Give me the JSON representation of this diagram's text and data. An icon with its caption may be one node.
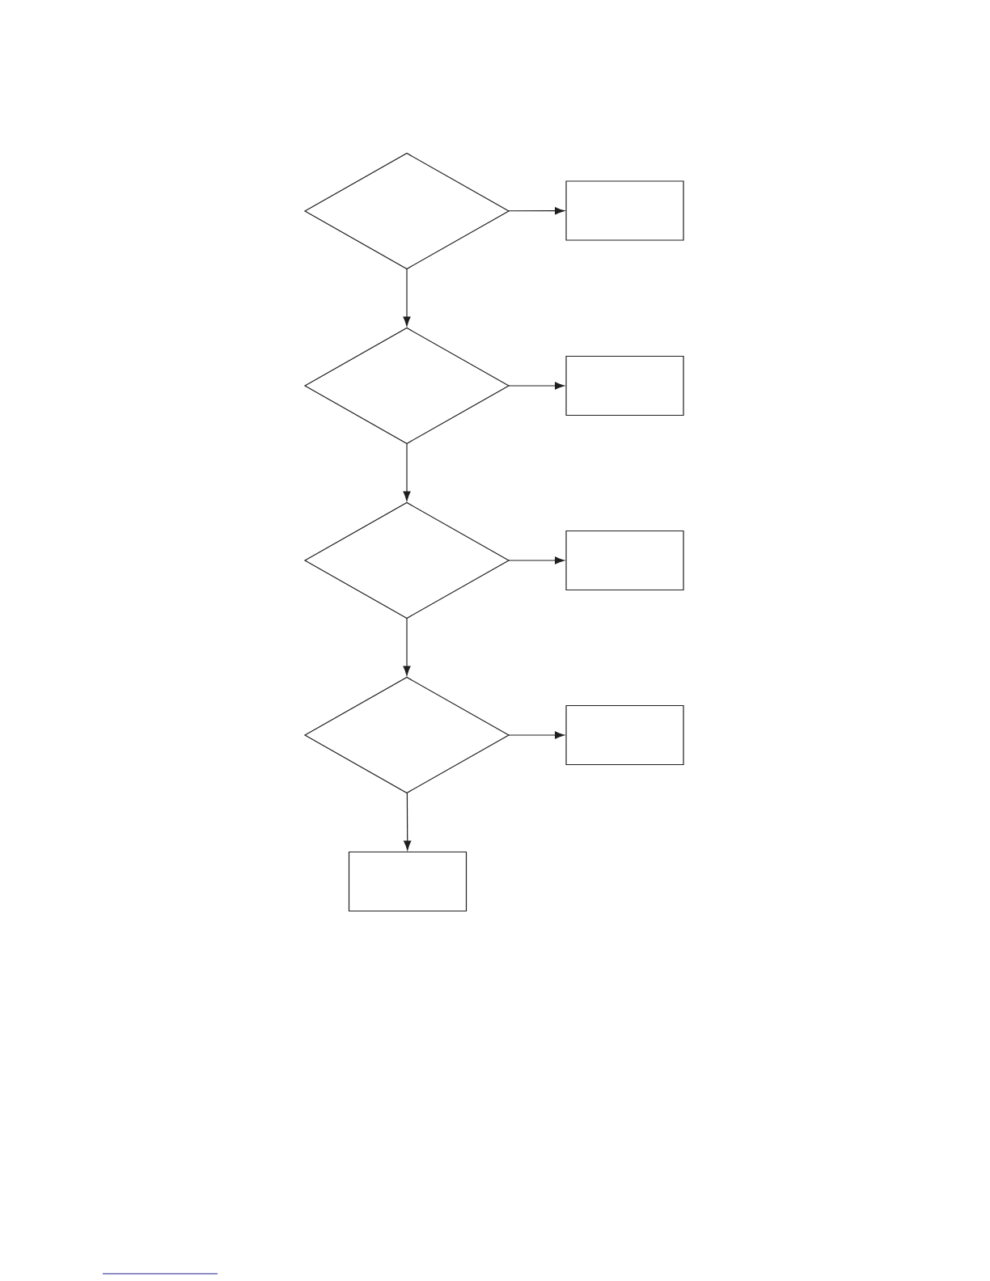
{
  "diagram": {
    "nodes": [
      {
        "text": [],
        "shape": "diamond"
      },
      {
        "text": [],
        "shape": "box"
      },
      {
        "text": [],
        "shape": "diamond"
      },
      {
        "text": [],
        "shape": "box"
      },
      {
        "text": [],
        "shape": "diamond"
      },
      {
        "text": [],
        "shape": "box"
      },
      {
        "text": [],
        "shape": "diamond"
      },
      {
        "text": [],
        "shape": "box"
      },
      {
        "text": [],
        "shape": "box"
      }
    ],
    "edges": [
      {
        "from": 0,
        "to": 1,
        "arrow": "to"
      },
      {
        "from": 0,
        "to": 2,
        "arrow": "to"
      },
      {
        "from": 2,
        "to": 3,
        "arrow": "to"
      },
      {
        "from": 2,
        "to": 4,
        "arrow": "to"
      },
      {
        "from": 4,
        "to": 5,
        "arrow": "to"
      },
      {
        "from": 4,
        "to": 6,
        "arrow": "to"
      },
      {
        "from": 6,
        "to": 7,
        "arrow": "to"
      },
      {
        "from": 6,
        "to": 8,
        "arrow": "to"
      }
    ]
  }
}
